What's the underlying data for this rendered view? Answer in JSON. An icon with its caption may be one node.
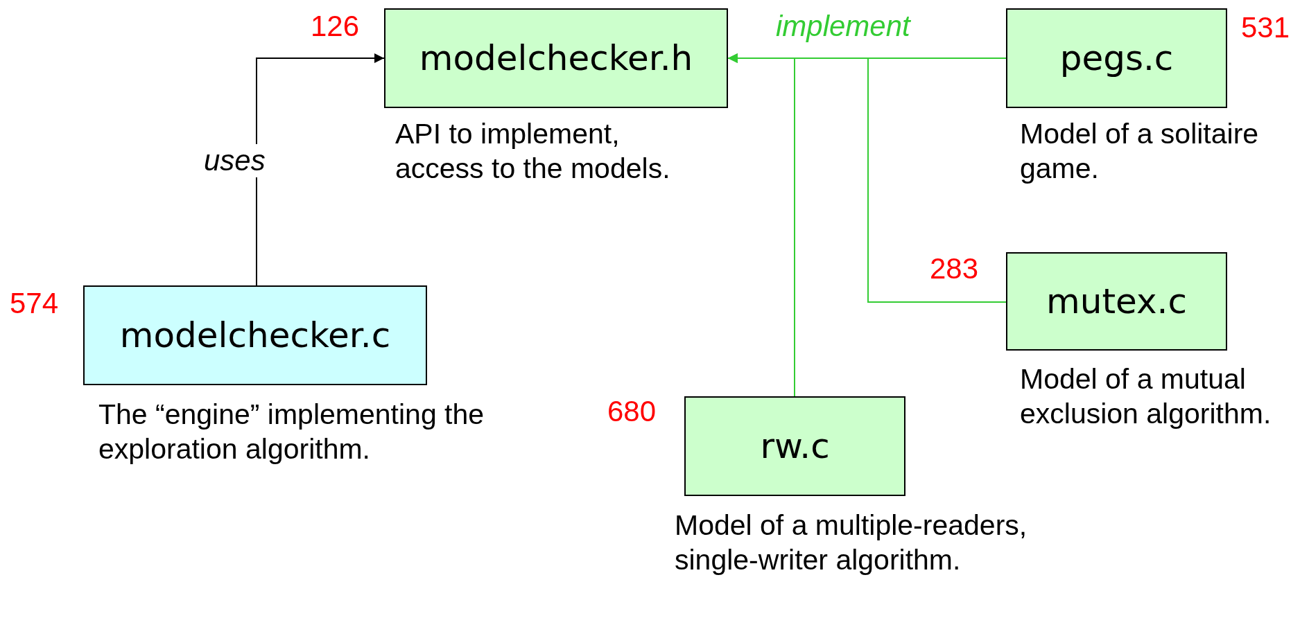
{
  "diagram": {
    "nodes": [
      {
        "text": [
          "modelchecker.h"
        ],
        "beside": [
          "126",
          "API to implement, access to the models."
        ]
      },
      {
        "text": [
          "pegs.c"
        ],
        "beside": [
          "531",
          "Model of a solitaire game."
        ]
      },
      {
        "text": [
          "modelchecker.c"
        ],
        "beside": [
          "574",
          "The “engine” implementing the exploration algorithm."
        ]
      },
      {
        "text": [
          "mutex.c"
        ],
        "beside": [
          "283",
          "Model of a mutual exclusion algorithm."
        ]
      },
      {
        "text": [
          "rw.c"
        ],
        "beside": [
          "680",
          "Model of a multiple-readers, single-writer algorithm."
        ]
      }
    ],
    "edges": [
      {
        "from": 2,
        "to": 0,
        "arrow": "to",
        "label": "uses",
        "color": "#000000"
      },
      {
        "from": 1,
        "to": 0,
        "arrow": "to",
        "label": "implement"
      },
      {
        "from": 3,
        "to": 0,
        "arrow": "to"
      },
      {
        "from": 4,
        "to": 0,
        "arrow": "to"
      }
    ]
  }
}
